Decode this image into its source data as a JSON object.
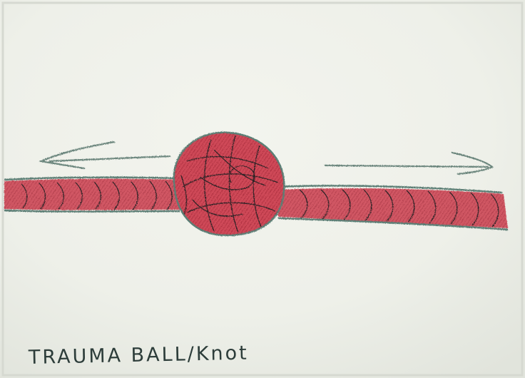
{
  "drawing": {
    "caption": "TRAUMA BALL/Knot",
    "colors": {
      "paper": "#eef0e9",
      "crayon_red": "#c8404f",
      "crayon_red_dark": "#9c2233",
      "outline_green": "#5c7e74",
      "pencil_lines": "#2a2325",
      "caption_ink": "#2d3d3a"
    },
    "elements": [
      "left-arrow",
      "right-arrow",
      "rope-left",
      "rope-right",
      "knot-ball"
    ]
  }
}
